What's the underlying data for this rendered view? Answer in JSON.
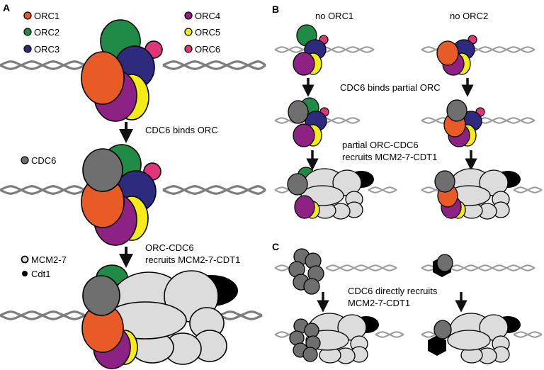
{
  "panels": {
    "a": "A",
    "b": "B",
    "c": "C"
  },
  "colors": {
    "orc1": "#e85a26",
    "orc2": "#1f8b46",
    "orc3": "#2e2a7e",
    "orc4": "#8e2284",
    "orc5": "#f5ec17",
    "orc6": "#e0357a",
    "cdc6": "#6f6f6f",
    "mcm": "#dcdcdc",
    "cdt1": "#000000",
    "dna": "#7d7d7d"
  },
  "legend": {
    "orc1": "ORC1",
    "orc2": "ORC2",
    "orc3": "ORC3",
    "orc4": "ORC4",
    "orc5": "ORC5",
    "orc6": "ORC6",
    "cdc6": "CDC6",
    "mcm": "MCM2-7",
    "cdt1": "Cdt1"
  },
  "panel_a": {
    "step1": "CDC6 binds ORC",
    "step2_line1": "ORC-CDC6",
    "step2_line2": "recruits MCM2-7-CDT1"
  },
  "panel_b": {
    "col1": "no ORC1",
    "col2": "no ORC2",
    "step1": "CDC6 binds partial ORC",
    "step2_line1": "partial ORC-CDC6",
    "step2_line2": "recruits MCM2-7-CDT1"
  },
  "panel_c": {
    "step_line1": "CDC6 directly recruits",
    "step_line2": "MCM2-7-CDT1"
  }
}
